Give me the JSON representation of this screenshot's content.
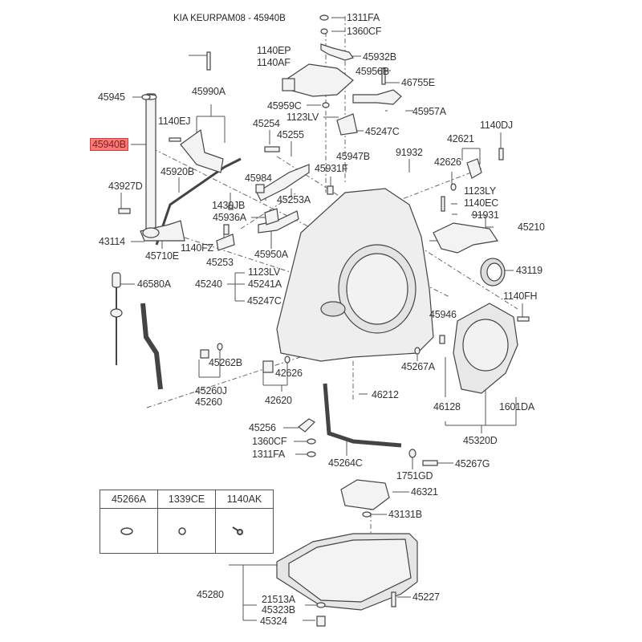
{
  "title": "KIA KEURPAM08 - 45940B",
  "highlighted_part": "45940B",
  "colors": {
    "highlight_fill": "#f57c7c",
    "highlight_border": "#e53935",
    "line": "#555555"
  },
  "labels": {
    "p1311FA_top": "1311FA",
    "p1360CF_top": "1360CF",
    "p1140EP": "1140EP",
    "p1140AF": "1140AF",
    "p45932B": "45932B",
    "p45956B": "45956B",
    "p46755E": "46755E",
    "p45945": "45945",
    "p45990A": "45990A",
    "p1140EJ": "1140EJ",
    "p45940B": "45940B",
    "p45959C": "45959C",
    "p45957A": "45957A",
    "p1123LV_top": "1123LV",
    "p45254": "45254",
    "p45255": "45255",
    "p45247C_top": "45247C",
    "p1140DJ": "1140DJ",
    "p42621": "42621",
    "p42626_top": "42626",
    "p45920B": "45920B",
    "p45947B": "45947B",
    "p91932": "91932",
    "p45984": "45984",
    "p45931F": "45931F",
    "p43927D": "43927D",
    "p45253A": "45253A",
    "p1430JB": "1430JB",
    "p45936A": "45936A",
    "p1123LY": "1123LY",
    "p1140EC": "1140EC",
    "p91931": "91931",
    "p45210": "45210",
    "p43114": "43114",
    "p1140FZ": "1140FZ",
    "p45950A": "45950A",
    "p45710E": "45710E",
    "p45253": "45253",
    "p43119": "43119",
    "p1123LV_mid": "1123LV",
    "p45240": "45240",
    "p45241A": "45241A",
    "p46580A": "46580A",
    "p45247C_mid": "45247C",
    "p1140FH": "1140FH",
    "p45946": "45946",
    "p45262B": "45262B",
    "p42626_mid": "42626",
    "p45267A": "45267A",
    "p45260J": "45260J",
    "p45260": "45260",
    "p42620": "42620",
    "p46212": "46212",
    "p46128": "46128",
    "p1601DA": "1601DA",
    "p45256": "45256",
    "p45320D": "45320D",
    "p1360CF_bot": "1360CF",
    "p1311FA_bot": "1311FA",
    "p45264C": "45264C",
    "p45267G": "45267G",
    "p1751GD": "1751GD",
    "p46321": "46321",
    "p43131B": "43131B",
    "p45280": "45280",
    "p21513A": "21513A",
    "p45323B": "45323B",
    "p45227": "45227",
    "p45324": "45324"
  },
  "legend_table": {
    "headers": [
      "45266A",
      "1339CE",
      "1140AK"
    ],
    "icons": [
      "o-ring-icon",
      "nut-icon",
      "bolt-icon"
    ]
  }
}
